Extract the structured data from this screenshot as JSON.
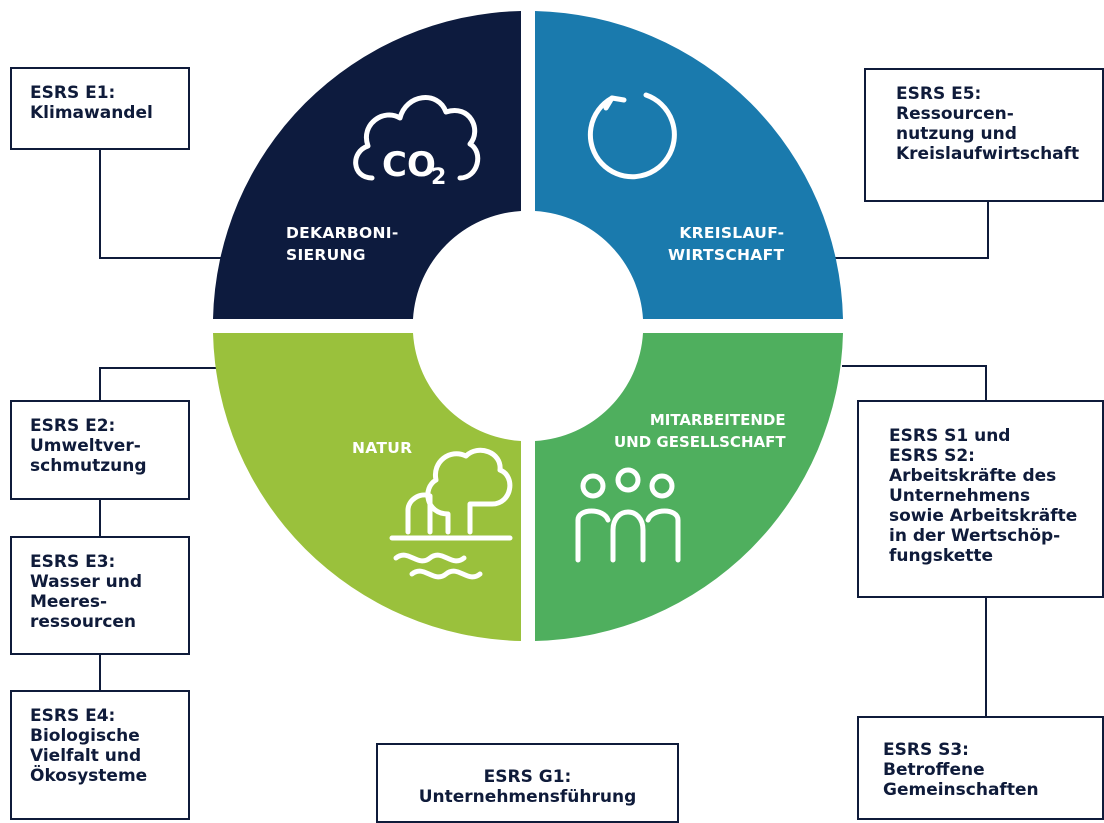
{
  "segments": {
    "dekarbonisierung": {
      "line1": "DEKARBONI-",
      "line2": "SIERUNG",
      "color": "#0d1b3e",
      "icon": "cloud-co2-icon",
      "icon_text": "CO",
      "icon_sub": "2"
    },
    "kreislaufwirtschaft": {
      "line1": "KREISLAUF-",
      "line2": "WIRTSCHAFT",
      "color": "#1a7aad",
      "icon": "circular-arrow-icon"
    },
    "natur": {
      "line1": "NATUR",
      "color": "#9ac13c",
      "icon": "tree-water-icon"
    },
    "mitarbeitende": {
      "line1": "MITARBEITENDE",
      "line2": "UND GESELLSCHAFT",
      "color": "#4faf5e",
      "icon": "people-icon"
    }
  },
  "boxes": {
    "e1": {
      "lines": [
        "ESRS E1:",
        "Klimawandel"
      ]
    },
    "e5": {
      "lines": [
        "ESRS E5:",
        "Ressourcen-",
        "nutzung und",
        "Kreislaufwirtschaft"
      ]
    },
    "e2": {
      "lines": [
        "ESRS E2:",
        "Umweltver-",
        "schmutzung"
      ]
    },
    "e3": {
      "lines": [
        "ESRS E3:",
        "Wasser und",
        "Meeres-",
        "ressourcen"
      ]
    },
    "e4": {
      "lines": [
        "ESRS E4:",
        "Biologische",
        "Vielfalt und",
        "Ökosysteme"
      ]
    },
    "g1": {
      "lines": [
        "ESRS G1:",
        "Unternehmensführung"
      ]
    },
    "s1s2": {
      "lines": [
        "ESRS S1 und",
        "ESRS S2:",
        "Arbeitskräfte des",
        "Unternehmens",
        "sowie Arbeitskräfte",
        "in der Wertschöp-",
        "fungskette"
      ]
    },
    "s3": {
      "lines": [
        "ESRS S3:",
        "Betroffene",
        "Gemeinschaften"
      ]
    }
  },
  "colors": {
    "line": "#0f1b3a",
    "background": "#ffffff"
  }
}
